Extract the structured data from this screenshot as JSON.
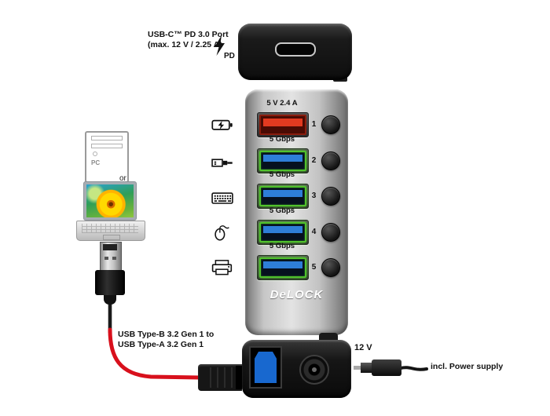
{
  "callout_top": {
    "line1": "USB-C™ PD 3.0 Port",
    "line2": "(max. 12 V / 2.25 A)",
    "pd_label": "PD"
  },
  "hub": {
    "brand": "DeLOCK",
    "ports": [
      {
        "number": "1",
        "label": "5 V 2.4 A",
        "type": "usb-a-fast-charge"
      },
      {
        "number": "2",
        "label": "5 Gbps",
        "type": "usb-a-3.2-gen-1"
      },
      {
        "number": "3",
        "label": "5 Gbps",
        "type": "usb-a-3.2-gen-1"
      },
      {
        "number": "4",
        "label": "5 Gbps",
        "type": "usb-a-3.2-gen-1"
      },
      {
        "number": "5",
        "label": "5 Gbps",
        "type": "usb-a-3.2-gen-1"
      }
    ],
    "side_icons": [
      "battery-charging-icon",
      "usb-plug-icon",
      "keyboard-icon",
      "mouse-icon",
      "printer-icon"
    ]
  },
  "hosts": {
    "pc_label": "PC",
    "or_label": "or"
  },
  "cable_label": {
    "line1": "USB Type-B 3.2 Gen 1 to",
    "line2": "USB Type-A 3.2 Gen 1"
  },
  "bottom": {
    "voltage_label": "12 V",
    "power_supply_label": "incl. Power supply",
    "ports": [
      "usb-type-b-port",
      "dc-power-jack"
    ]
  },
  "colors": {
    "fast_charge_red": "#e23a20",
    "usb3_blue": "#2e7ed8",
    "led_green": "#50c22c",
    "cable_red": "#d8101c",
    "device_black": "#141414",
    "hub_gray": "#c6c6c6"
  }
}
